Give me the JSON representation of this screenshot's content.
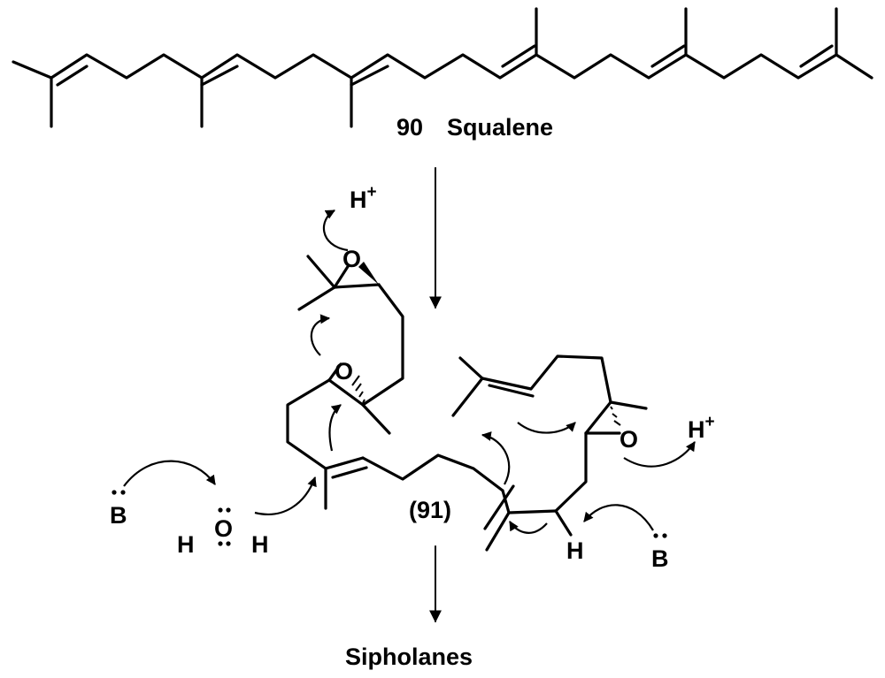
{
  "compounds": {
    "squalene": {
      "number": "90",
      "name": "Squalene"
    },
    "intermediate": {
      "number": "(91)"
    },
    "product": {
      "name": "Sipholanes"
    }
  },
  "atoms": {
    "proton": "H",
    "proton_charge": "+",
    "oxygen": "O",
    "base": "B",
    "hydrogen": "H"
  }
}
